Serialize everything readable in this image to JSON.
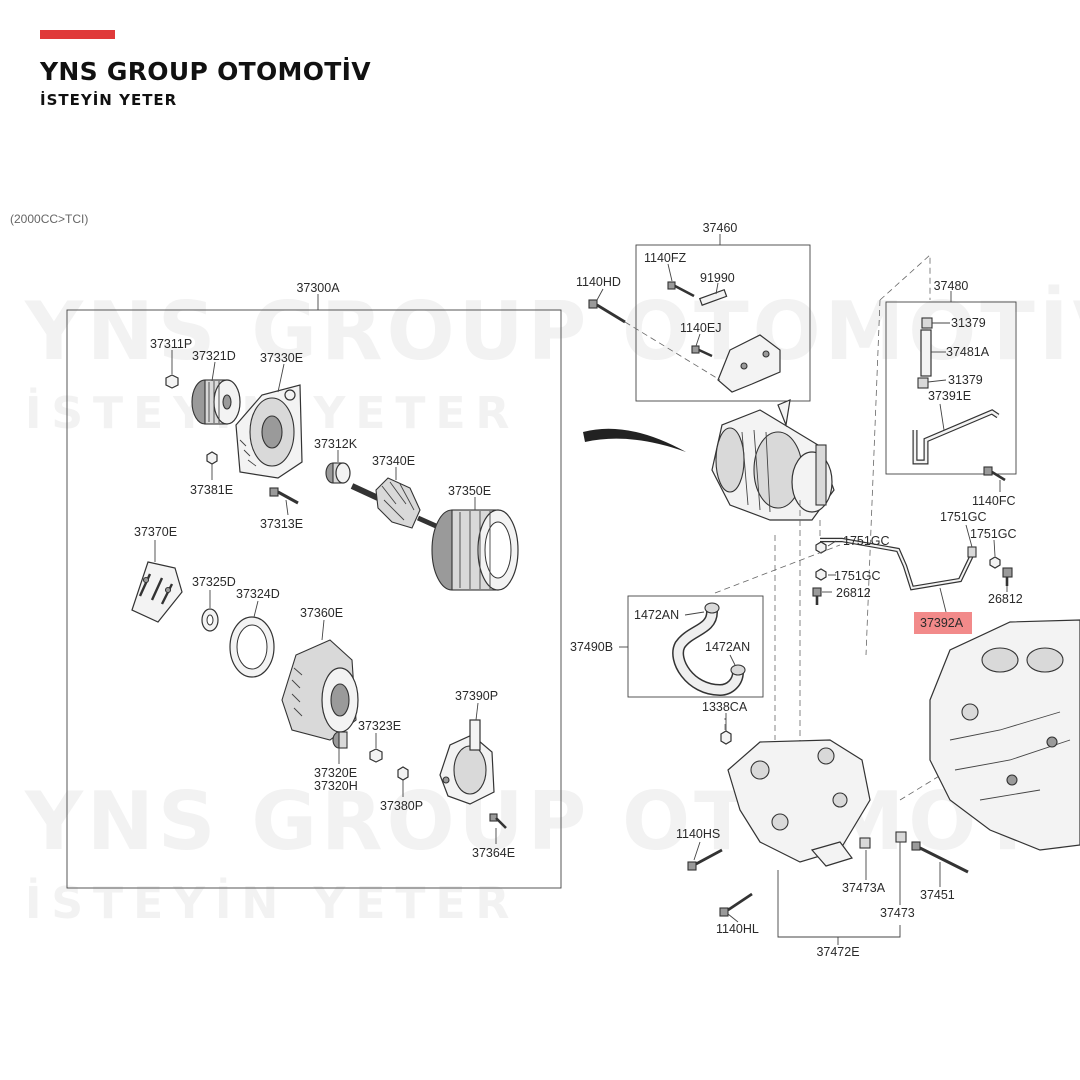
{
  "header": {
    "brand": "YNS GROUP OTOMOTİV",
    "tagline": "İSTEYİN YETER",
    "accent_color": "#e03a3a"
  },
  "variant_note": "(2000CC>TCI)",
  "watermark": {
    "brand": "YNS GROUP OTOMOTİV",
    "tagline": "İSTEYİN YETER"
  },
  "assembly_labels": {
    "alternator_assy": "37300A",
    "bracket_kit": "37460",
    "vacuum_kit": "37480",
    "hose_kit": "37490B",
    "bracket_set": "37472E"
  },
  "part_labels": {
    "p37311P": "37311P",
    "p37321D": "37321D",
    "p37330E": "37330E",
    "p37312K": "37312K",
    "p37340E": "37340E",
    "p37350E": "37350E",
    "p37381E": "37381E",
    "p37313E": "37313E",
    "p37370E": "37370E",
    "p37325D": "37325D",
    "p37324D": "37324D",
    "p37360E": "37360E",
    "p37390P": "37390P",
    "p37323E": "37323E",
    "p37320E": "37320E",
    "p37320H": "37320H",
    "p37380P": "37380P",
    "p37364E": "37364E",
    "p1140FZ": "1140FZ",
    "p91990": "91990",
    "p1140EJ": "1140EJ",
    "p1140HD": "1140HD",
    "p31379a": "31379",
    "p37481A": "37481A",
    "p31379b": "31379",
    "p37391E": "37391E",
    "p1140FC": "1140FC",
    "p1751GCa": "1751GC",
    "p1751GCb": "1751GC",
    "p1751GCc": "1751GC",
    "p1751GCd": "1751GC",
    "p26812a": "26812",
    "p26812b": "26812",
    "p37392A": "37392A",
    "p1472ANa": "1472AN",
    "p1472ANb": "1472AN",
    "p1338CA": "1338CA",
    "p1140HS": "1140HS",
    "p37473A": "37473A",
    "p37451": "37451",
    "p37473": "37473",
    "p1140HL": "1140HL"
  },
  "highlight": {
    "part": "37392A",
    "color": "#f28a8a"
  }
}
